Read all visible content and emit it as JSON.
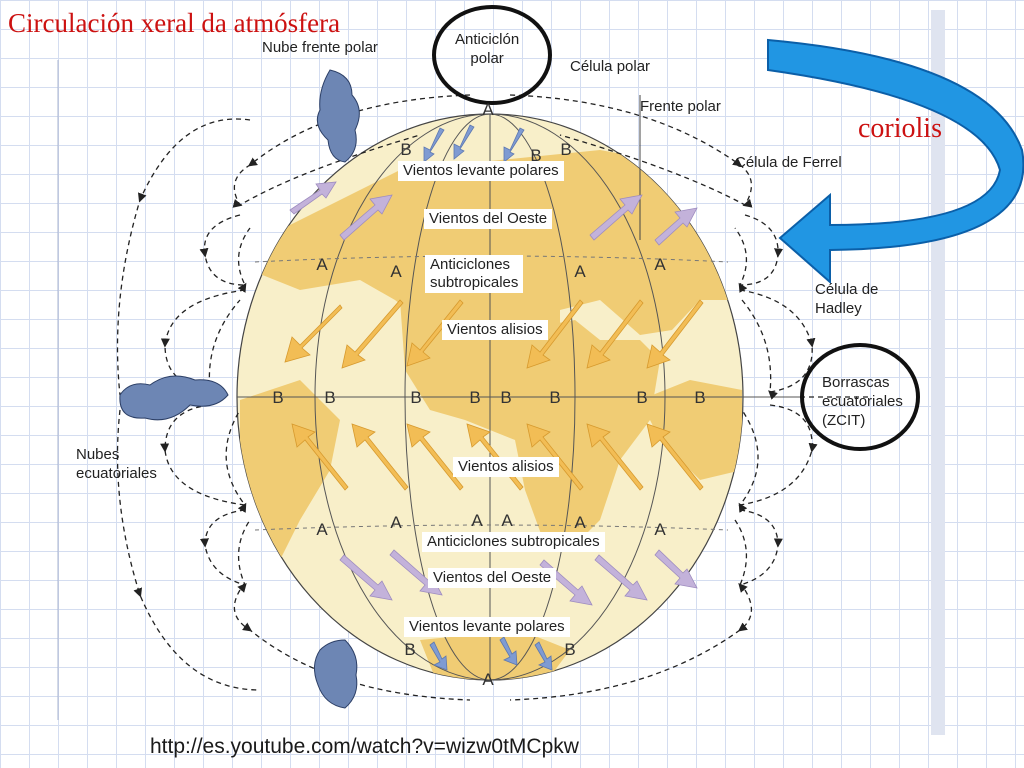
{
  "title": "Circulación xeral da atmósfera",
  "annotation": "coriolis",
  "source_link": "http://es.youtube.com/watch?v=wizw0tMCpkw",
  "colors": {
    "title": "#cc1111",
    "globe": "#f8efc9",
    "land": "#f0cc74",
    "trade_arrow": "#f2bd55",
    "westerly_arrow": "#c3b2da",
    "polar_arrow": "#7f9bd2",
    "coriolis_arrow": "#2196e3",
    "circle_highlight": "#111111"
  },
  "labels": {
    "polar_front_cloud": "Nube frente polar",
    "polar_anticyclone": "Anticiclón\npolar",
    "polar_cell": "Célula polar",
    "polar_front": "Frente polar",
    "ferrel_cell": "Célula de Ferrel",
    "hadley_cell": "Célula de\nHadley",
    "equatorial_lows": "Borrascas\necuatoriales\n(ZCIT)",
    "equatorial_clouds": "Nubes\necuatoriales"
  },
  "bands": {
    "polar_easterlies_n": "Vientos levante polares",
    "westerlies_n": "Vientos del Oeste",
    "subtropical_highs_n": "Anticiclones\nsubtropicales",
    "trade_winds_n": "Vientos alisios",
    "trade_winds_s": "Vientos alisios",
    "subtropical_highs_s": "Anticiclones subtropicales",
    "westerlies_s": "Vientos del Oeste",
    "polar_easterlies_s": "Vientos levante polares"
  },
  "pressure": {
    "high": "A",
    "low": "B"
  }
}
